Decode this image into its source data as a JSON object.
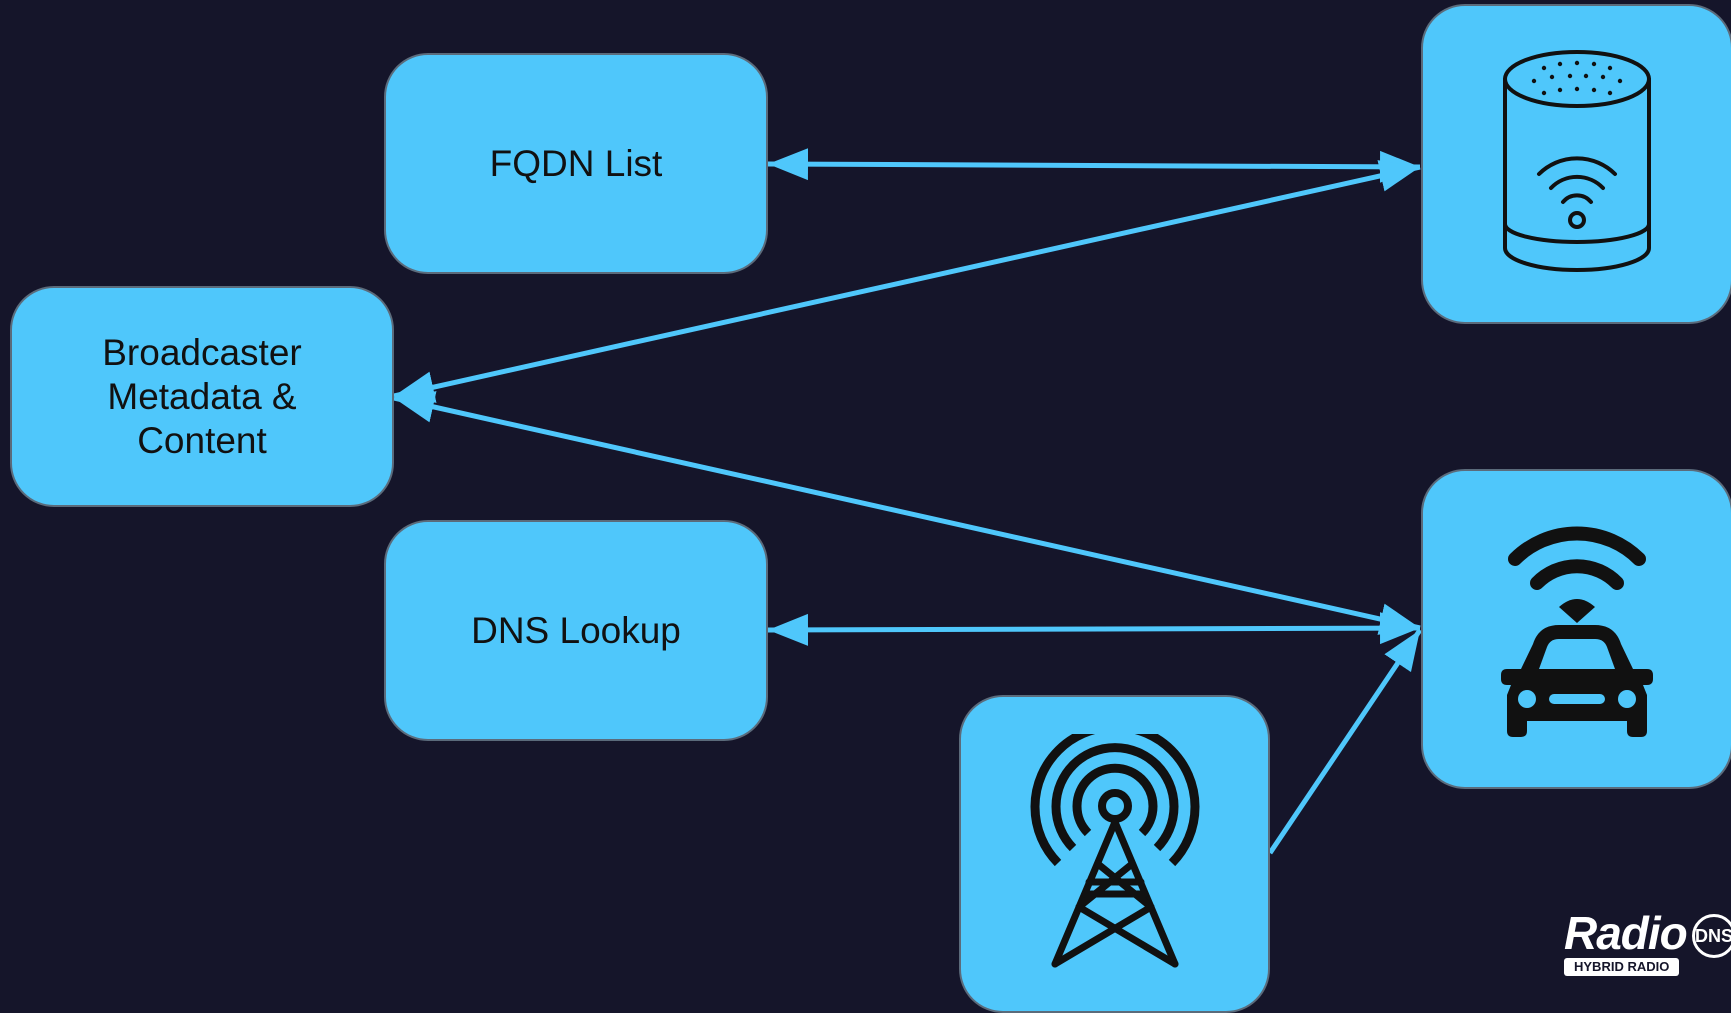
{
  "nodes": {
    "fqdn_list": "FQDN List",
    "broadcaster": [
      "Broadcaster",
      "Metadata &",
      "Content"
    ],
    "dns_lookup": "DNS Lookup"
  },
  "icons": {
    "smart_speaker": "smart-speaker-icon",
    "connected_car": "connected-car-icon",
    "broadcast_tower": "broadcast-tower-icon"
  },
  "logo": {
    "wordmark": "Radio",
    "badge": "DNS",
    "tagline": "HYBRID RADIO"
  },
  "colors": {
    "background": "#15152a",
    "node_fill": "#4fc7fb",
    "node_border": "#5b6b7b",
    "connector": "#4fc7fb",
    "icon": "#111111"
  }
}
